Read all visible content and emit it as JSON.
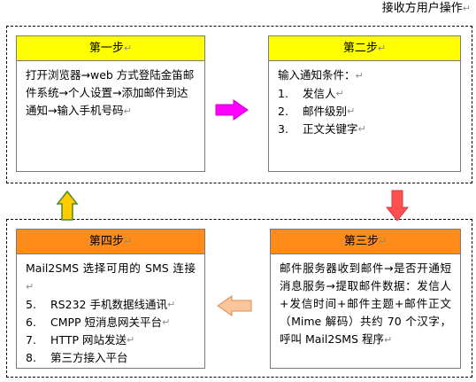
{
  "header": {
    "receiver_label": "接收方用户操作"
  },
  "steps": {
    "step1": {
      "title": "第一步",
      "text": "打开浏览器→web 方式登陆金笛邮件系统→个人设置→添加邮件到达通知→输入手机号码"
    },
    "step2": {
      "title": "第二步",
      "intro": "输入通知条件：",
      "items": [
        {
          "num": "1.",
          "label": "发信人"
        },
        {
          "num": "2.",
          "label": "邮件级别"
        },
        {
          "num": "3.",
          "label": "正文关键字"
        }
      ]
    },
    "step3": {
      "title": "第三步",
      "text": "邮件服务器收到邮件→是否开通短消息服务→提取邮件数据：发信人+发信时间+邮件主题+邮件正文（Mime 解码）共约 70 个汉字，呼叫 Mail2SMS 程序"
    },
    "step4": {
      "title": "第四步",
      "intro": "Mail2SMS 选择可用的 SMS 连接",
      "items": [
        {
          "num": "5.",
          "label": "RS232 手机数据线通讯"
        },
        {
          "num": "6.",
          "label": "CMPP 短消息网关平台"
        },
        {
          "num": "7.",
          "label": "HTTP 网站发送"
        },
        {
          "num": "8.",
          "label": "第三方接入平台"
        }
      ]
    }
  },
  "marks": {
    "return": "↵"
  },
  "arrows": {
    "step1_to_step2": {
      "fill": "#ff00ff",
      "stroke": "#cc00cc"
    },
    "step2_to_step3": {
      "fill": "#ff5050",
      "stroke": "#d43a3a"
    },
    "step3_to_step4": {
      "fill": "#fbc59a",
      "stroke": "#e08a50"
    },
    "step4_to_step1": {
      "fill": "#ffcc00",
      "stroke": "#4a8a28"
    }
  }
}
